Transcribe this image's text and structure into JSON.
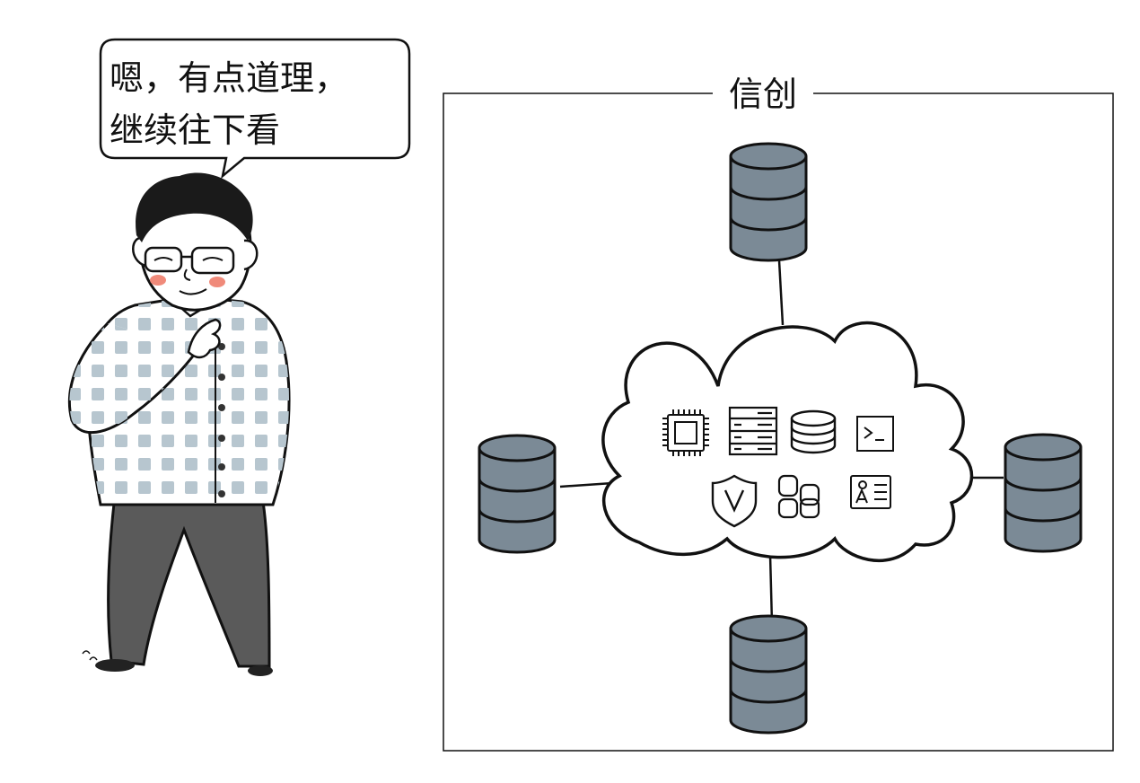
{
  "speech_bubble": {
    "line1": "嗯，有点道理，",
    "line2": "继续往下看"
  },
  "diagram": {
    "title": "信创",
    "colors": {
      "database_fill": "#7b8a96",
      "outline": "#111111",
      "pants": "#5a5a5a",
      "shirt_check": "#b7c6cf",
      "cheek": "#f08a7a"
    },
    "databases": [
      "top",
      "left",
      "right",
      "bottom"
    ],
    "cloud_icons": [
      "cpu-chip-icon",
      "server-rack-icon",
      "database-icon",
      "terminal-icon",
      "shield-v-icon",
      "link-chain-icon",
      "id-card-icon"
    ]
  }
}
